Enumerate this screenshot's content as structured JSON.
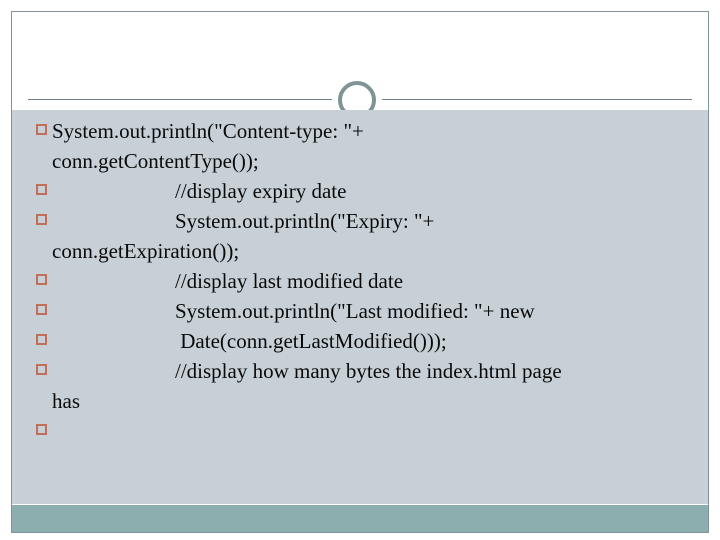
{
  "slide": {
    "title": "",
    "colors": {
      "page_background": "#FFFFFF",
      "body_background": "#C6D0D6",
      "footer_band": "#8CAEAE",
      "frame_border": "#7E9497",
      "header_rule": "#6E8488",
      "ring_stroke": "#7E9497",
      "bullet_marker": "#C0705A",
      "text": "#0A0A0A"
    }
  },
  "header": {
    "rule_present": true,
    "ring_icon": "circle-ring-decoration"
  },
  "content": {
    "bullets": [
      {
        "marker": "hollow-square",
        "indented": false,
        "text": "System.out.println(\"Content-type: \"+",
        "wrap": "conn.getContentType());"
      },
      {
        "marker": "hollow-square",
        "indented": true,
        "text": "//display expiry date",
        "wrap": ""
      },
      {
        "marker": "hollow-square",
        "indented": true,
        "text": "System.out.println(\"Expiry: \"+",
        "wrap": "conn.getExpiration());"
      },
      {
        "marker": "hollow-square",
        "indented": true,
        "text": "//display last modified date",
        "wrap": ""
      },
      {
        "marker": "hollow-square",
        "indented": true,
        "text": "System.out.println(\"Last modified: \"+ new",
        "wrap": ""
      },
      {
        "marker": "hollow-square",
        "indented": true,
        "text": " Date(conn.getLastModified()));",
        "wrap": ""
      },
      {
        "marker": "hollow-square",
        "indented": true,
        "text": "//display how many bytes the index.html page",
        "wrap": "has"
      },
      {
        "marker": "hollow-square",
        "indented": true,
        "text": "",
        "wrap": ""
      }
    ]
  }
}
